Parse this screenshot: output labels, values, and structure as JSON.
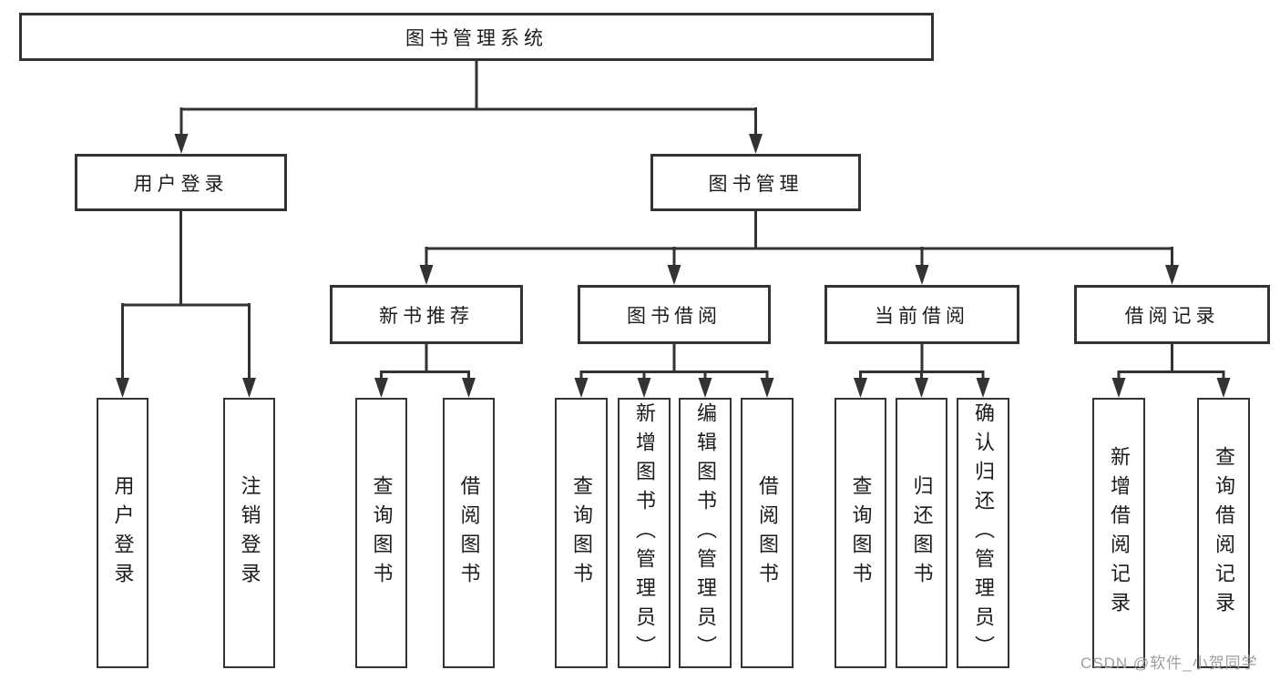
{
  "diagram": {
    "title": "图书管理系统",
    "watermark": "CSDN @软件_小贺同学",
    "colors": {
      "line": "#333333",
      "text": "#1c1c1c",
      "box_background": "#ffffff",
      "page_background": "#ffffff",
      "watermark": "#9e9e9e"
    },
    "nodes": {
      "root": {
        "label": "图书管理系统"
      },
      "level2": [
        {
          "id": "user-login",
          "label": "用户登录"
        },
        {
          "id": "book-management",
          "label": "图书管理"
        }
      ],
      "level3": [
        {
          "id": "new-book-recommend",
          "parent": "book-management",
          "label": "新书推荐"
        },
        {
          "id": "book-borrow",
          "parent": "book-management",
          "label": "图书借阅"
        },
        {
          "id": "current-borrow",
          "parent": "book-management",
          "label": "当前借阅"
        },
        {
          "id": "borrow-records",
          "parent": "book-management",
          "label": "借阅记录"
        }
      ],
      "leaves": [
        {
          "parent": "user-login",
          "label": "用户登录"
        },
        {
          "parent": "user-login",
          "label": "注销登录"
        },
        {
          "parent": "new-book-recommend",
          "label": "查询图书"
        },
        {
          "parent": "new-book-recommend",
          "label": "借阅图书"
        },
        {
          "parent": "book-borrow",
          "label": "查询图书"
        },
        {
          "parent": "book-borrow",
          "label": "新增图书（管理员）"
        },
        {
          "parent": "book-borrow",
          "label": "编辑图书（管理员）"
        },
        {
          "parent": "book-borrow",
          "label": "借阅图书"
        },
        {
          "parent": "current-borrow",
          "label": "查询图书"
        },
        {
          "parent": "current-borrow",
          "label": "归还图书"
        },
        {
          "parent": "current-borrow",
          "label": "确认归还（管理员）"
        },
        {
          "parent": "borrow-records",
          "label": "新增借阅记录"
        },
        {
          "parent": "borrow-records",
          "label": "查询借阅记录"
        }
      ]
    }
  }
}
